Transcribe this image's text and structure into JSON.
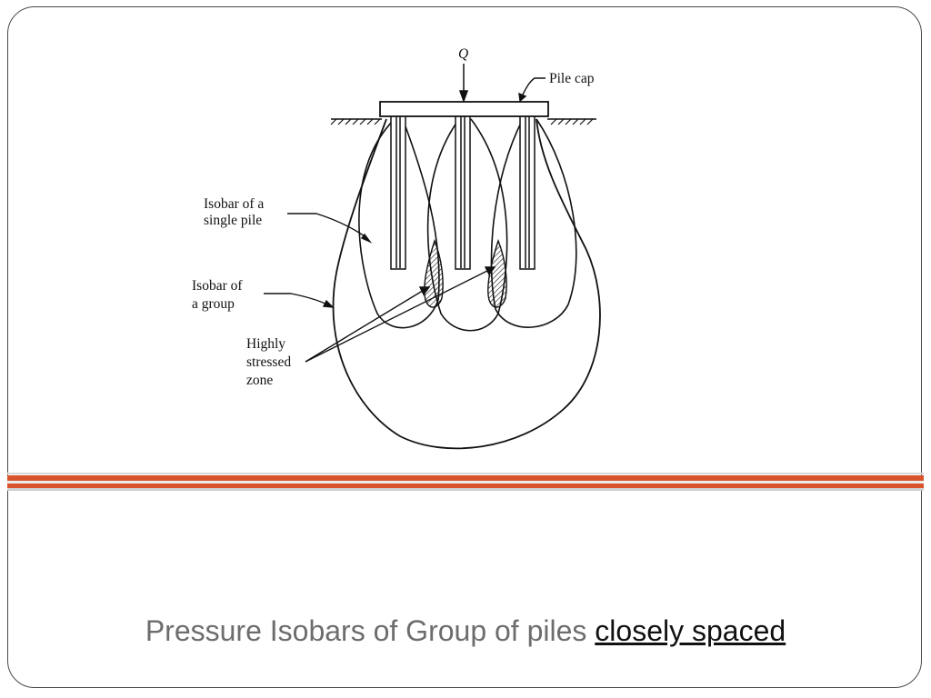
{
  "diagram": {
    "load_label": "Q",
    "pile_cap_label": "Pile cap",
    "isobar_single_line1": "Isobar of a",
    "isobar_single_line2": "single pile",
    "isobar_group_line1": "Isobar of",
    "isobar_group_line2": "a group",
    "stress_zone_line1": "Highly",
    "stress_zone_line2": "stressed",
    "stress_zone_line3": "zone"
  },
  "caption": {
    "text": "Pressure Isobars of Group of piles",
    "emphasis": "closely spaced"
  },
  "colors": {
    "accent": "#d9542b",
    "caption_text": "#6d6d6d"
  }
}
